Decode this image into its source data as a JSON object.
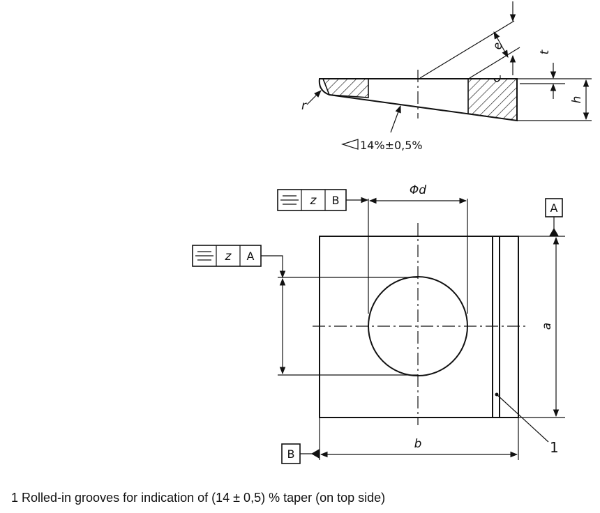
{
  "dimensions": {
    "e": "e",
    "t": "t",
    "h": "h",
    "r": "r",
    "d": "Φd",
    "a": "a",
    "b": "b"
  },
  "taper": "14%±0,5%",
  "tolerance_frames": [
    {
      "symbol": "symmetry",
      "value": "z",
      "datum": "B"
    },
    {
      "symbol": "symmetry",
      "value": "z",
      "datum": "A"
    }
  ],
  "datums": [
    "A",
    "B"
  ],
  "callout": "1",
  "footnote": "1 Rolled-in grooves for indication of (14 ± 0,5) % taper (on top side)"
}
